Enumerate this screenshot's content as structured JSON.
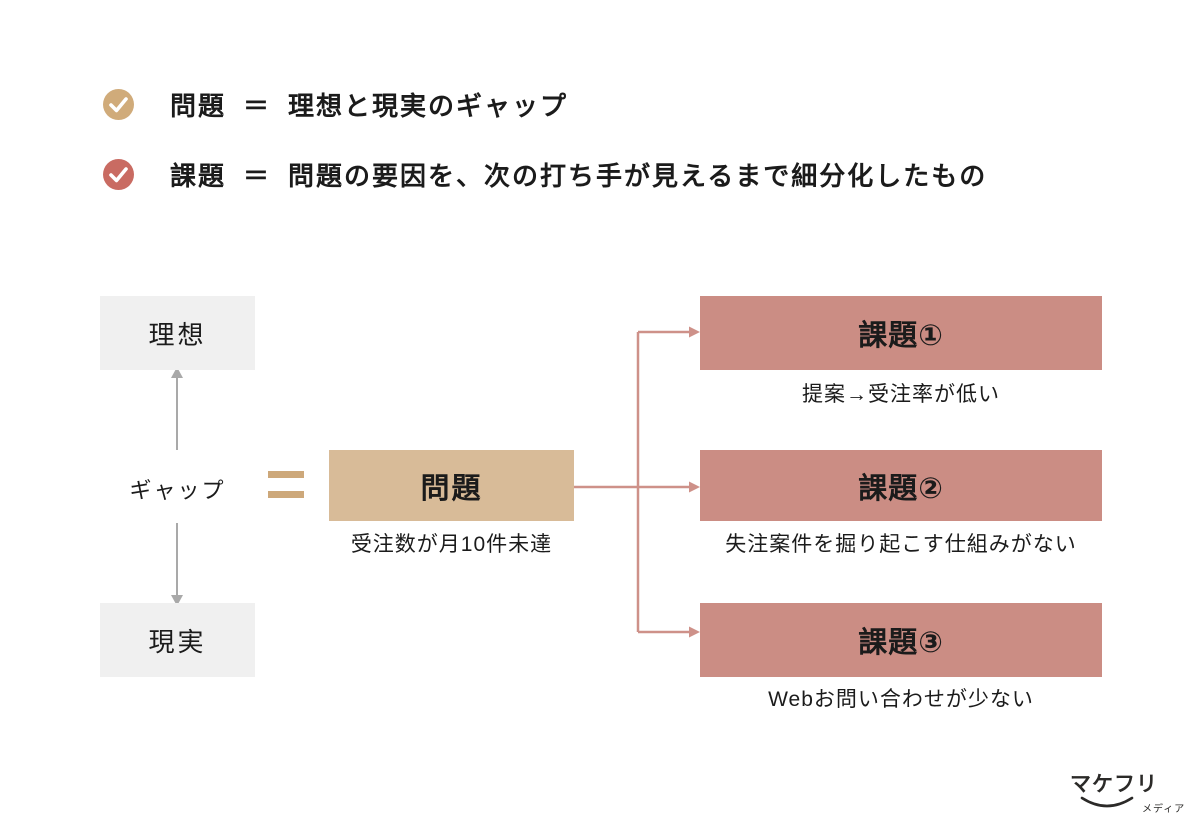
{
  "legend": {
    "items": [
      {
        "term": "問題",
        "equals": "＝",
        "definition": "理想と現実のギャップ",
        "icon": "check-icon",
        "icon_color": "#d0ab7a"
      },
      {
        "term": "課題",
        "equals": "＝",
        "definition": "問題の要因を、次の打ち手が見えるまで細分化したもの",
        "icon": "check-icon",
        "icon_color": "#c96b62"
      }
    ]
  },
  "diagram": {
    "ideal_label": "理想",
    "gap_label": "ギャップ",
    "reality_label": "現実",
    "problem": {
      "label": "問題",
      "caption": "受注数が月10件未達"
    },
    "issues": [
      {
        "label": "課題①",
        "caption": "提案→受注率が低い"
      },
      {
        "label": "課題②",
        "caption": "失注案件を掘り起こす仕組みがない"
      },
      {
        "label": "課題③",
        "caption": "Webお問い合わせが少ない"
      }
    ]
  },
  "colors": {
    "problem_fill": "#d8bb98",
    "issue_fill": "#cb8d84",
    "connector": "#ce9189",
    "gray_fill": "#f0f0f0",
    "gray_arrow": "#a9a9a9",
    "equals": "#cda87a",
    "text": "#1b1b1b"
  },
  "logo": {
    "brand": "マケフリ",
    "subtitle": "メディア"
  }
}
